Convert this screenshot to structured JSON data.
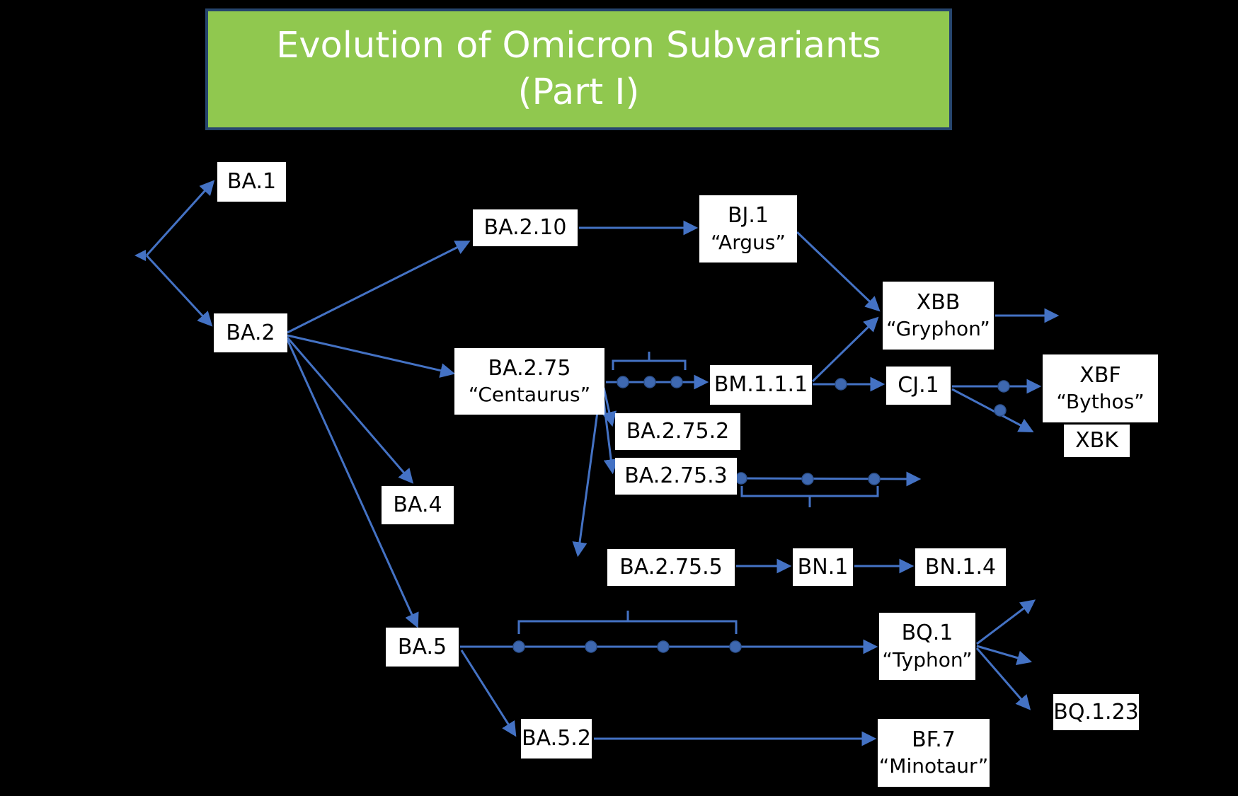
{
  "title": {
    "line1": "Evolution of Omicron Subvariants",
    "line2": "(Part I)"
  },
  "colors": {
    "background": "#000000",
    "title_fill": "#90C84F",
    "title_border": "#26456E",
    "title_text": "#FFFFFF",
    "connector_blue": "#4472C4",
    "mutation_dot": "#3E68B0",
    "node_fill": "#FFFFFF",
    "node_text": "#000000"
  },
  "nodes": {
    "ba1": {
      "label": "BA.1"
    },
    "ba2": {
      "label": "BA.2"
    },
    "ba210": {
      "label": "BA.2.10"
    },
    "bj1": {
      "label": "BJ.1",
      "alias": "“Argus”"
    },
    "xbb": {
      "label": "XBB",
      "alias": "“Gryphon”"
    },
    "ba275": {
      "label": "BA.2.75",
      "alias": "“Centaurus”"
    },
    "bm111": {
      "label": "BM.1.1.1"
    },
    "cj1": {
      "label": "CJ.1"
    },
    "xbf": {
      "label": "XBF",
      "alias": "“Bythos”"
    },
    "xbk": {
      "label": "XBK"
    },
    "ba2752": {
      "label": "BA.2.75.2"
    },
    "ba2753": {
      "label": "BA.2.75.3"
    },
    "ba4": {
      "label": "BA.4"
    },
    "ba2755": {
      "label": "BA.2.75.5"
    },
    "bn1": {
      "label": "BN.1"
    },
    "bn14": {
      "label": "BN.1.4"
    },
    "ba5": {
      "label": "BA.5"
    },
    "bq1": {
      "label": "BQ.1",
      "alias": "“Typhon”"
    },
    "bq123": {
      "label": "BQ.1.23"
    },
    "ba52": {
      "label": "BA.5.2"
    },
    "bf7": {
      "label": "BF.7",
      "alias": "“Minotaur”"
    }
  },
  "edges": [
    {
      "from": "root",
      "to": "BA.1"
    },
    {
      "from": "root",
      "to": "BA.2"
    },
    {
      "from": "BA.2",
      "to": "BA.2.10"
    },
    {
      "from": "BA.2",
      "to": "BA.2.75 “Centaurus”"
    },
    {
      "from": "BA.2",
      "to": "BA.4"
    },
    {
      "from": "BA.2",
      "to": "BA.5"
    },
    {
      "from": "BA.2.10",
      "to": "BJ.1 “Argus”"
    },
    {
      "from": "BJ.1 “Argus”",
      "to": "XBB “Gryphon”"
    },
    {
      "from": "BM.1.1.1",
      "to": "XBB “Gryphon”"
    },
    {
      "from": "XBB “Gryphon”",
      "to": "(continues right)"
    },
    {
      "from": "BA.2.75 “Centaurus”",
      "to": "BM.1.1.1",
      "mutation_dots": 3,
      "brace": "over"
    },
    {
      "from": "BA.2.75 “Centaurus”",
      "to": "BA.2.75.2"
    },
    {
      "from": "BA.2.75 “Centaurus”",
      "to": "BA.2.75.3"
    },
    {
      "from": "BA.2.75 “Centaurus”",
      "to": "BA.2.75.5"
    },
    {
      "from": "BM.1.1.1",
      "to": "CJ.1",
      "mutation_dots": 1
    },
    {
      "from": "CJ.1",
      "to": "XBF “Bythos”",
      "mutation_dots": 1
    },
    {
      "from": "CJ.1",
      "to": "XBK",
      "mutation_dots": 1
    },
    {
      "from": "BA.2.75.3",
      "to": "(continues right)",
      "mutation_dots": 3,
      "brace": "under"
    },
    {
      "from": "BA.2.75.5",
      "to": "BN.1"
    },
    {
      "from": "BN.1",
      "to": "BN.1.4"
    },
    {
      "from": "BA.5",
      "to": "BQ.1 “Typhon”",
      "mutation_dots": 4,
      "brace": "over"
    },
    {
      "from": "BA.5",
      "to": "BA.5.2"
    },
    {
      "from": "BA.5.2",
      "to": "BF.7 “Minotaur”"
    },
    {
      "from": "BQ.1 “Typhon”",
      "to": "(continues right, three branches)"
    }
  ]
}
